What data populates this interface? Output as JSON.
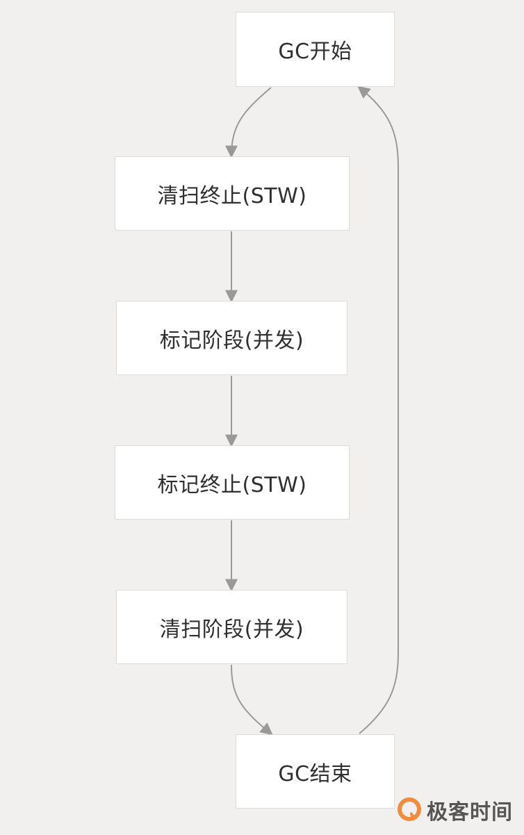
{
  "diagram": {
    "nodes": {
      "start": "GC开始",
      "sweep_termination": "清扫终止(STW)",
      "mark_phase": "标记阶段(并发)",
      "mark_termination": "标记终止(STW)",
      "sweep_phase": "清扫阶段(并发)",
      "end": "GC结束"
    },
    "edges": [
      {
        "from": "start",
        "to": "sweep_termination"
      },
      {
        "from": "sweep_termination",
        "to": "mark_phase"
      },
      {
        "from": "mark_phase",
        "to": "mark_termination"
      },
      {
        "from": "mark_termination",
        "to": "sweep_phase"
      },
      {
        "from": "sweep_phase",
        "to": "end"
      },
      {
        "from": "end",
        "to": "start"
      }
    ]
  },
  "colors": {
    "background": "#f1f0ef",
    "node_fill": "#ffffff",
    "node_border": "#dcdcdc",
    "edge": "#999999",
    "watermark_accent": "#f08c3c"
  },
  "watermark": {
    "text": "极客时间",
    "icon": "geektime-logo-icon"
  }
}
